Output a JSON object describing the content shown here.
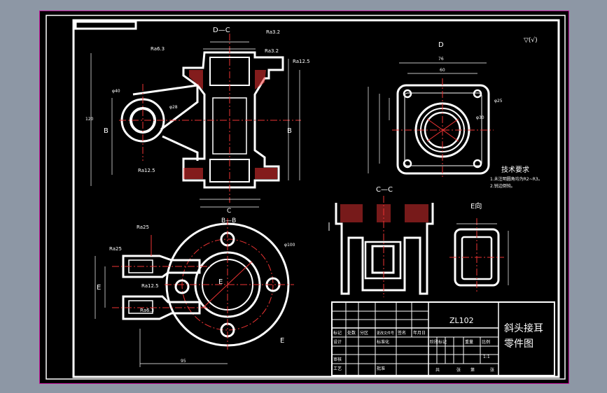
{
  "drawing": {
    "view_labels": {
      "section_dd": "D—C",
      "view_d": "D",
      "section_cc": "C—C",
      "view_e": "E向",
      "section_bb": "B—B",
      "cut_b_left": "B",
      "cut_b_right": "B",
      "cut_c": "C",
      "cut_e_left": "E",
      "cut_e_right": "E",
      "cut_e_center": "E"
    },
    "roughness_top_right": "▽(√)",
    "roughness_marks": [
      "Ra3.2",
      "Ra6.3",
      "Ra3.2",
      "Ra12.5",
      "Ra12.5",
      "Ra25",
      "Ra25",
      "Ra12.5",
      "Ra6.3"
    ],
    "dim_texts": [
      "φ40",
      "φ28",
      "φ30",
      "φ25",
      "φ100",
      "76",
      "60",
      "120",
      "95"
    ],
    "tech_req": {
      "heading": "技术要求",
      "line1": "1.未注明圆角均为R2~R3。",
      "line2": "2.锐边倒钝。"
    },
    "title_block": {
      "part_code": "ZL102",
      "part_name_line1": "斜头接耳",
      "part_name_line2": "零件图",
      "cells": [
        "标记",
        "处数",
        "分区",
        "更改文件号",
        "签名",
        "年月日",
        "设计",
        "标准化",
        "阶段标记",
        "重量",
        "比例",
        "审核",
        "工艺",
        "批准",
        "共",
        "张",
        "第",
        "张",
        "1:1"
      ]
    }
  }
}
